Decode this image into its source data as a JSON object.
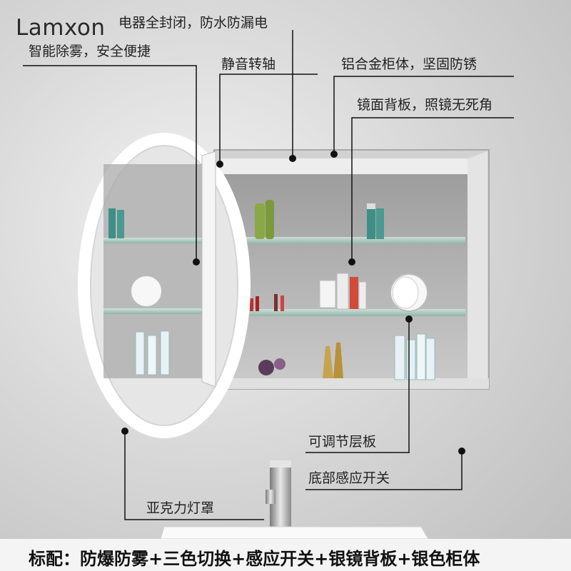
{
  "brand": {
    "logo_text": "Lamxon"
  },
  "callouts": [
    {
      "id": "sealed",
      "text": "电器全封闭，防水防漏电"
    },
    {
      "id": "defog",
      "text": "智能除雾，安全便捷"
    },
    {
      "id": "hinge",
      "text": "静音转轴"
    },
    {
      "id": "aluminum",
      "text": "铝合金柜体，坚固防锈"
    },
    {
      "id": "mirror-back",
      "text": "镜面背板，照镜无死角"
    },
    {
      "id": "shelf",
      "text": "可调节层板"
    },
    {
      "id": "sensor",
      "text": "底部感应开关"
    },
    {
      "id": "acrylic",
      "text": "亚克力灯罩"
    }
  ],
  "footer": {
    "text": "标配：防爆防雾+三色切换+感应开关+银镜背板+银色柜体"
  },
  "colors": {
    "label_text": "#222222",
    "leader_line": "#111111",
    "frame_light": "#ffffff",
    "cabinet": "#c8c8c8",
    "footer_bg": "#f4f4f4"
  }
}
